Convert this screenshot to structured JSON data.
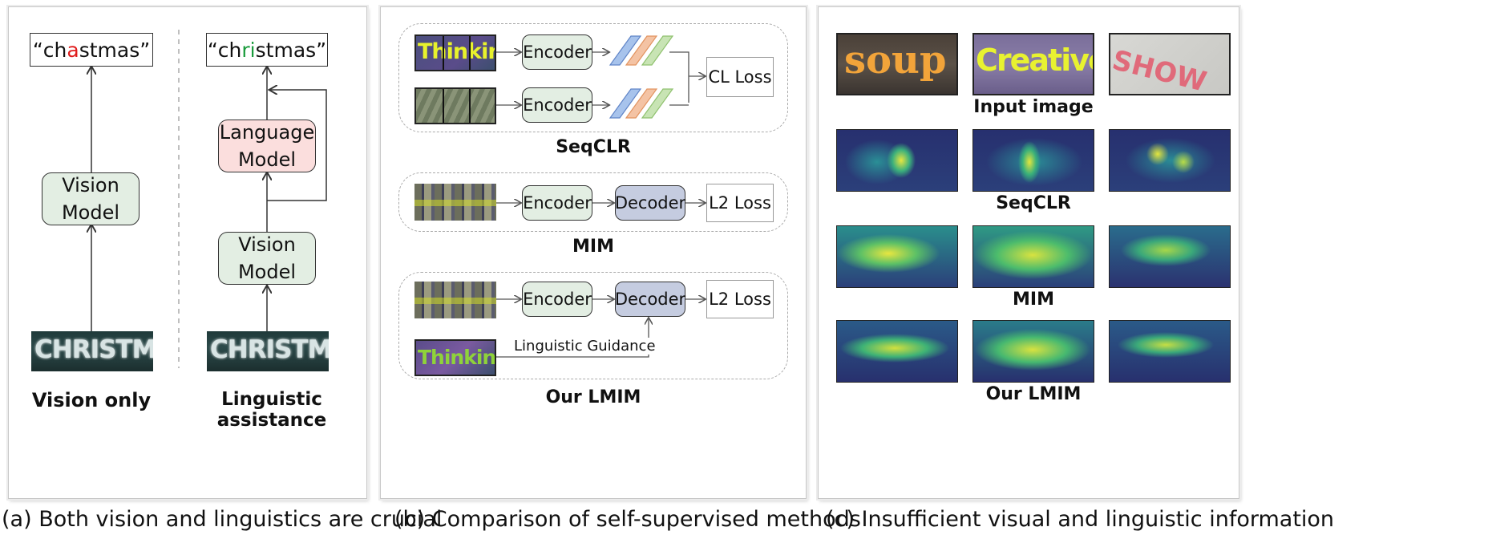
{
  "panel_a": {
    "left": {
      "output_prefix": "“ch",
      "output_highlight": "a",
      "output_suffix": "stmas”",
      "model_line1": "Vision",
      "model_line2": "Model",
      "image_text": "CHRISTMAS",
      "caption": "Vision only"
    },
    "right": {
      "output_prefix": "“ch",
      "output_highlight": "ri",
      "output_suffix": "stmas”",
      "lang_line1": "Language",
      "lang_line2": "Model",
      "model_line1": "Vision",
      "model_line2": "Model",
      "image_text": "CHRISTMAS",
      "caption": "Linguistic assistance"
    },
    "subcaption": "(a) Both vision and linguistics are crucial"
  },
  "panel_b": {
    "seqclr": {
      "encoder": "Encoder",
      "loss": "CL Loss",
      "caption": "SeqCLR",
      "image_text": "Thinking"
    },
    "mim": {
      "encoder": "Encoder",
      "decoder": "Decoder",
      "loss": "L2 Loss",
      "caption": "MIM"
    },
    "lmim": {
      "encoder": "Encoder",
      "decoder": "Decoder",
      "loss": "L2 Loss",
      "guidance": "Linguistic Guidance",
      "caption": "Our LMIM",
      "image_text": "Thinking"
    },
    "subcaption": "(b) Comparison of self-supervised methods"
  },
  "panel_c": {
    "input_words": [
      "soup",
      "Creative",
      "SHOW"
    ],
    "row_captions": [
      "Input image",
      "SeqCLR",
      "MIM",
      "Our LMIM"
    ],
    "subcaption": "(c) Insufficient visual and linguistic information"
  },
  "colors": {
    "vision_model": "#e3eee3",
    "language_model": "#fbdedd",
    "decoder": "#c5cce0",
    "heatmap_low": "#2e1a6e",
    "heatmap_high": "#f0e62a",
    "highlight_red": "#e01b1b",
    "highlight_green": "#1a9b3c"
  }
}
